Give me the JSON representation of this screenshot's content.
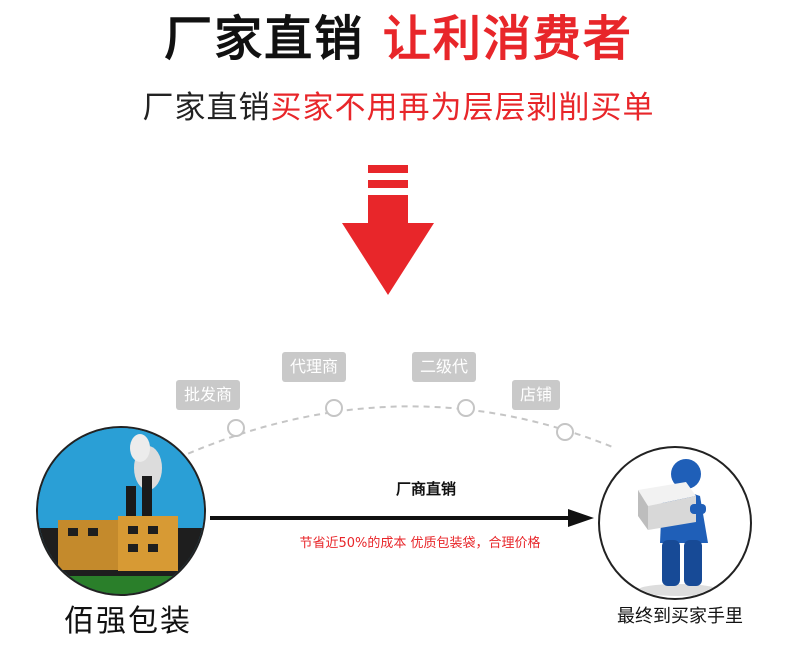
{
  "headline": {
    "part1": "厂家直销",
    "part2": "让利消费者"
  },
  "subheadline": {
    "part1": "厂家直销",
    "part2": "买家不用再为层层剥削买单"
  },
  "chain": {
    "labels": [
      "批发商",
      "代理商",
      "二级代",
      "店铺"
    ]
  },
  "direct": {
    "label": "厂商直销",
    "benefit": "节省近50%的成本 优质包装袋，合理价格"
  },
  "company": {
    "name": "佰强包装"
  },
  "buyer": {
    "label": "最终到买家手里"
  },
  "colors": {
    "accent_red": "#e8262a",
    "gray_label": "#c9c9c9",
    "text_dark": "#111111"
  },
  "icons": {
    "arrow": "down-arrow-icon",
    "factory": "factory-icon",
    "buyer": "person-carrying-box-icon"
  }
}
